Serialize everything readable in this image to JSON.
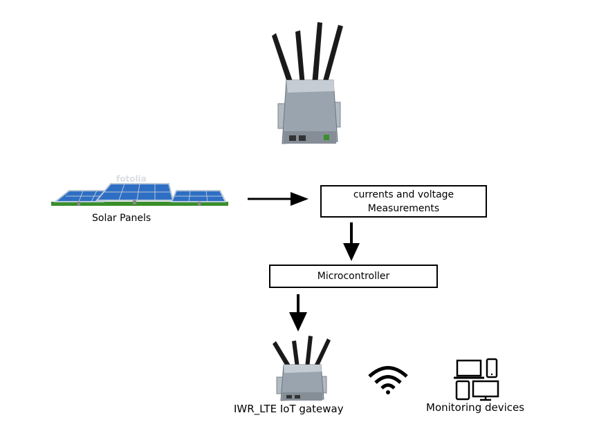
{
  "nodes": {
    "solar_panels": {
      "label": "Solar Panels",
      "watermark": "fotolia"
    },
    "measurements": {
      "line1": "currents and voltage",
      "line2": "Measurements"
    },
    "microcontroller": {
      "label": "Microcontroller"
    },
    "gateway": {
      "label": "IWR_LTE IoT gateway"
    },
    "monitoring": {
      "label": "Monitoring devices"
    }
  },
  "edges": [
    {
      "from": "solar_panels",
      "to": "measurements"
    },
    {
      "from": "measurements",
      "to": "microcontroller"
    },
    {
      "from": "microcontroller",
      "to": "gateway"
    }
  ],
  "icons": {
    "top_router": "lte-router-icon",
    "bottom_router": "lte-router-icon",
    "wireless": "wifi-icon",
    "devices": "monitoring-devices-icon",
    "panels": "solar-panel-icon"
  },
  "colors": {
    "panel_blue": "#2e6fc4",
    "panel_frame": "#b8c7d8",
    "grass": "#3a8f2c",
    "router_body": "#9aa4ae"
  }
}
